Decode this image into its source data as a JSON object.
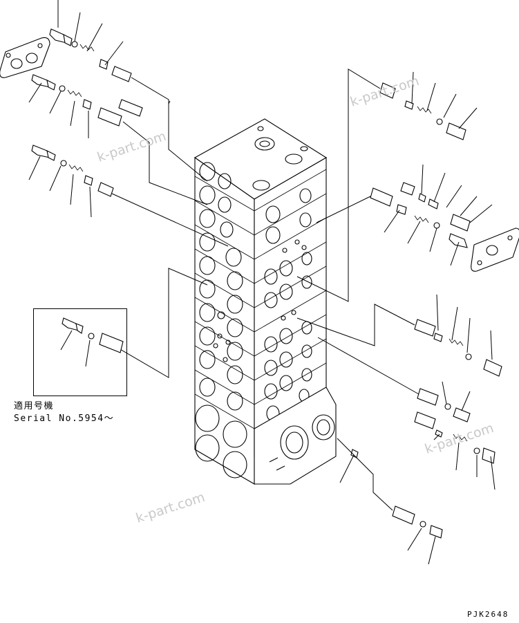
{
  "diagram": {
    "inset_note_line1": "適用号機",
    "inset_note_line2": "Serial No.5954～",
    "drawing_code": "PJK2648"
  },
  "watermarks": [
    "k-part.com",
    "k-part.com",
    "k-part.com"
  ]
}
